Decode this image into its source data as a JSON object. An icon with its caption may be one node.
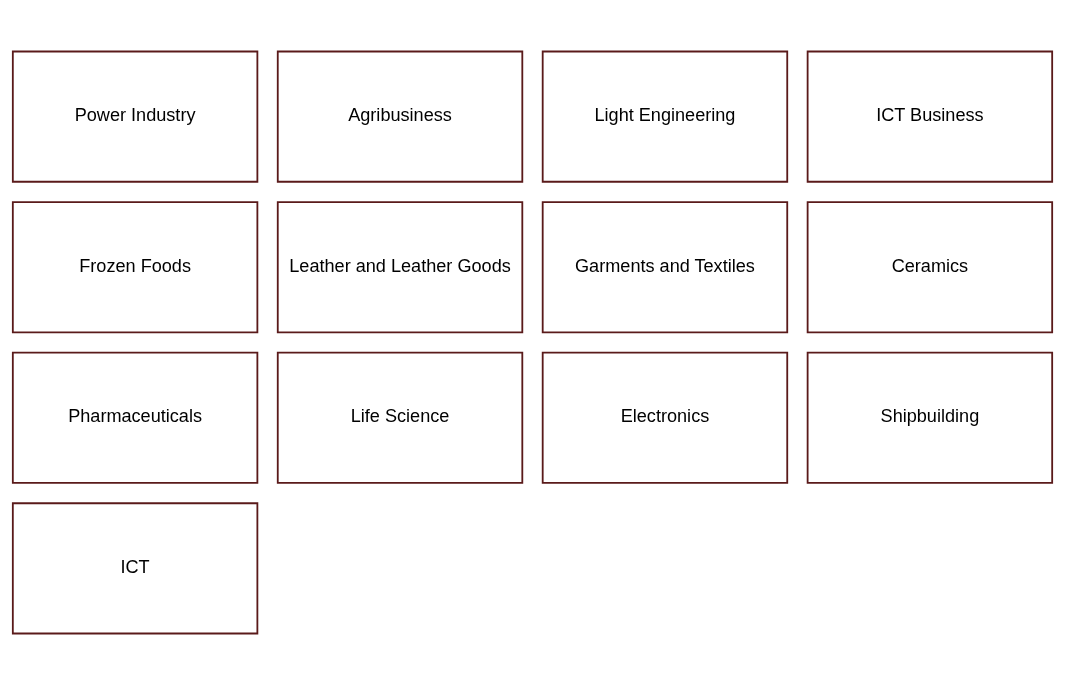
{
  "diagram": {
    "nodes": [
      {
        "text": [
          "Power Industry"
        ]
      },
      {
        "text": [
          "Agribusiness"
        ]
      },
      {
        "text": [
          "Light Engineering"
        ]
      },
      {
        "text": [
          "ICT Business"
        ]
      },
      {
        "text": [
          "Frozen Foods"
        ]
      },
      {
        "text": [
          "Leather and Leather Goods"
        ]
      },
      {
        "text": [
          "Garments and Textiles"
        ]
      },
      {
        "text": [
          "Ceramics"
        ]
      },
      {
        "text": [
          "Pharmaceuticals"
        ]
      },
      {
        "text": [
          "Life Science"
        ]
      },
      {
        "text": [
          "Electronics"
        ]
      },
      {
        "text": [
          "Shipbuilding"
        ]
      },
      {
        "text": [
          "ICT"
        ]
      }
    ]
  }
}
